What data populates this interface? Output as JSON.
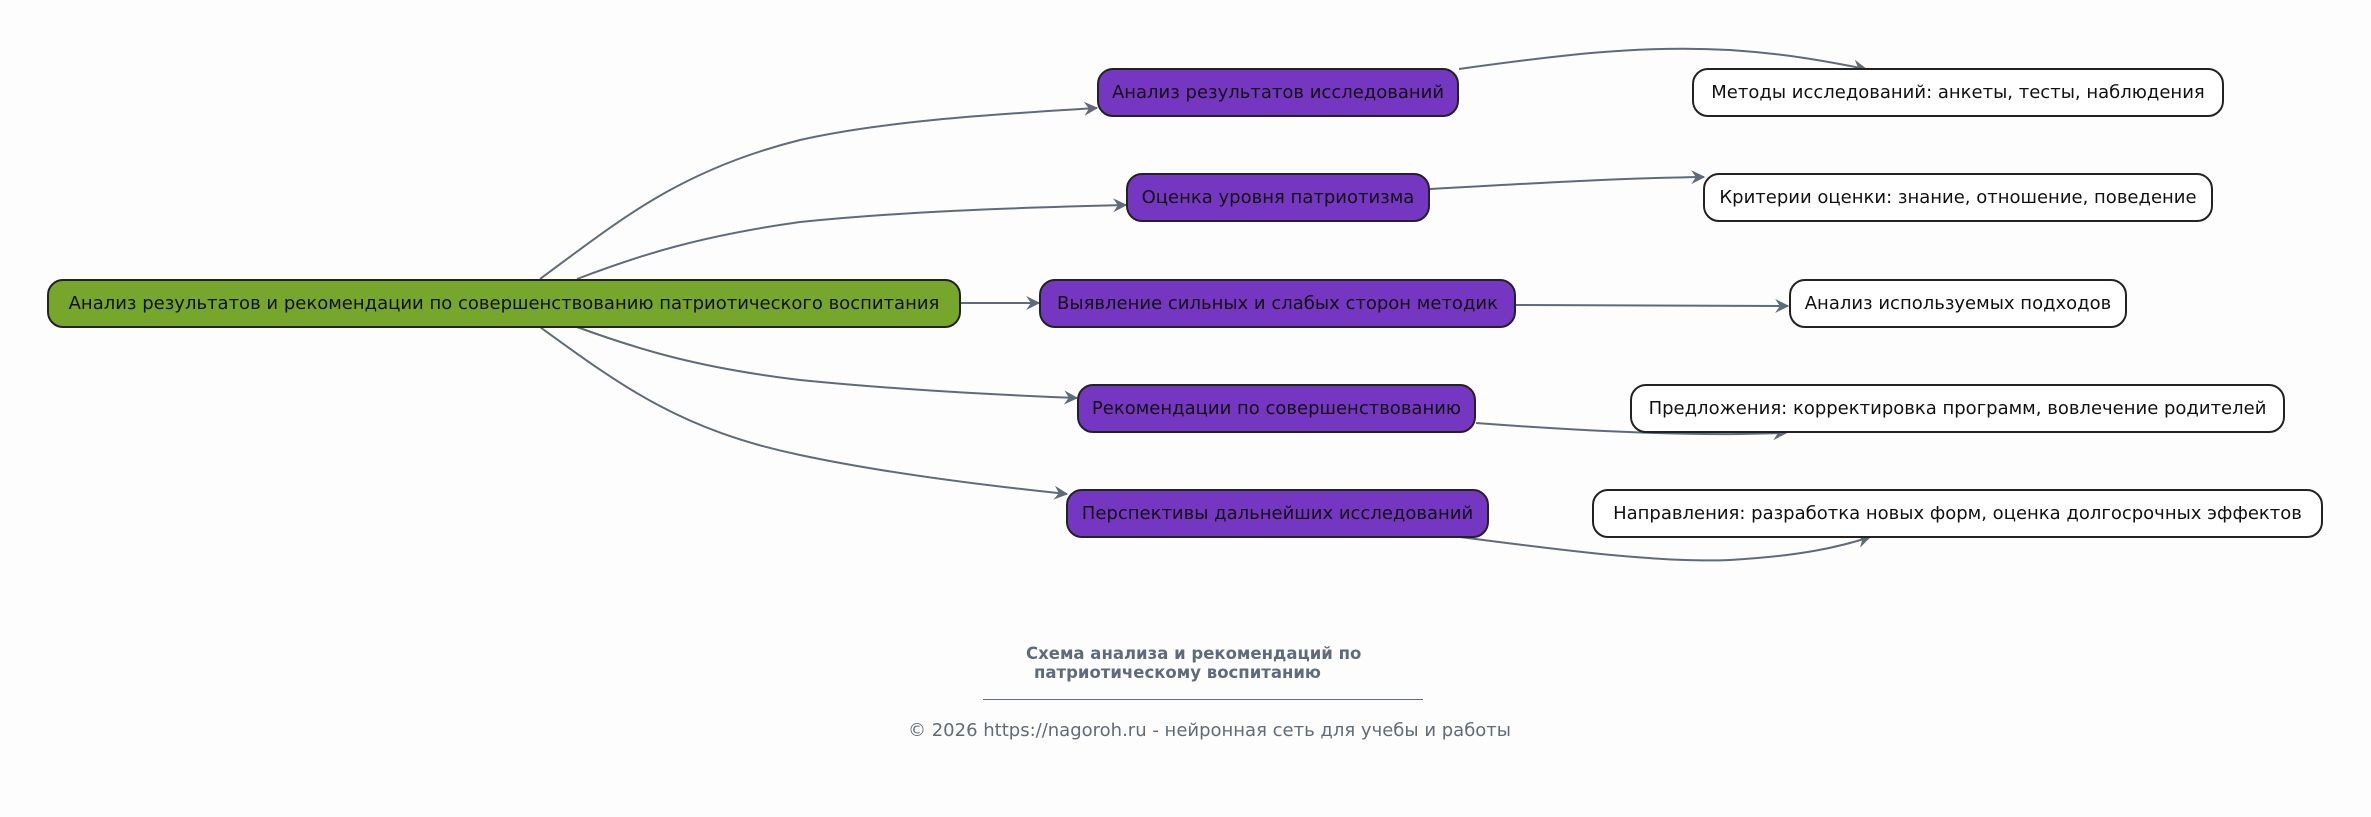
{
  "colors": {
    "root_fill": "#76a72c",
    "mid_fill": "#7537c1",
    "leaf_fill": "#ffffff",
    "edge": "#5f6b7a",
    "caption": "#5f6b7a"
  },
  "diagram": {
    "root": {
      "id": "root",
      "label": "Анализ результатов и рекомендации по совершенствованию патриотического воспитания"
    },
    "branches": [
      {
        "id": "b1",
        "label": "Анализ результатов исследований",
        "child": {
          "id": "c1",
          "label": "Методы исследований: анкеты, тесты, наблюдения"
        }
      },
      {
        "id": "b2",
        "label": "Оценка уровня патриотизма",
        "child": {
          "id": "c2",
          "label": "Критерии оценки: знание, отношение, поведение"
        }
      },
      {
        "id": "b3",
        "label": "Выявление сильных и слабых сторон методик",
        "child": {
          "id": "c3",
          "label": "Анализ используемых подходов"
        }
      },
      {
        "id": "b4",
        "label": "Рекомендации по совершенствованию",
        "child": {
          "id": "c4",
          "label": "Предложения: корректировка программ, вовлечение родителей"
        }
      },
      {
        "id": "b5",
        "label": "Перспективы дальнейших исследований",
        "child": {
          "id": "c5",
          "label": "Направления: разработка новых форм, оценка долгосрочных эффектов"
        }
      }
    ],
    "edges": [
      {
        "from": "root",
        "to": "b1"
      },
      {
        "from": "root",
        "to": "b2"
      },
      {
        "from": "root",
        "to": "b3"
      },
      {
        "from": "root",
        "to": "b4"
      },
      {
        "from": "root",
        "to": "b5"
      },
      {
        "from": "b1",
        "to": "c1"
      },
      {
        "from": "b2",
        "to": "c2"
      },
      {
        "from": "b3",
        "to": "c3"
      },
      {
        "from": "b4",
        "to": "c4"
      },
      {
        "from": "b5",
        "to": "c5"
      }
    ]
  },
  "caption": {
    "title_line1": "Схема анализа и рекомендаций по",
    "title_line2": "патриотическому воспитанию",
    "copyright": "© 2026 https://nagoroh.ru - нейронная сеть для учебы и работы"
  }
}
